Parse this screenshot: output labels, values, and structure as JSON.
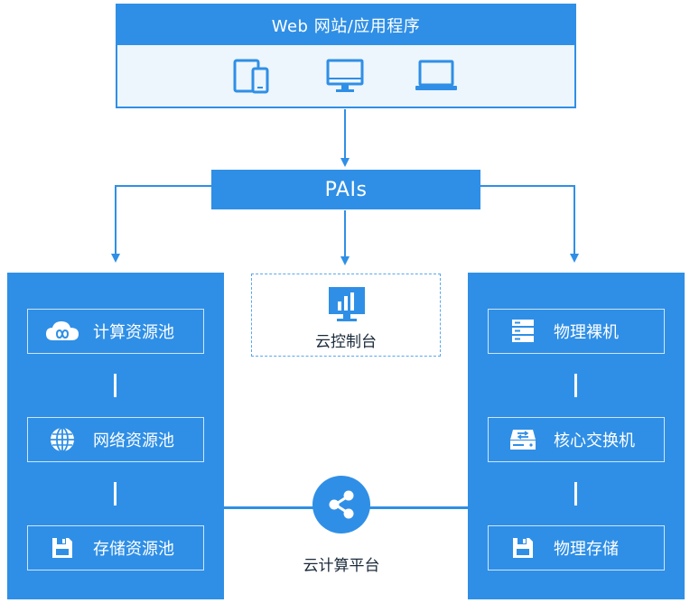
{
  "web": {
    "title": "Web 网站/应用程序"
  },
  "pais": {
    "label": "PAIs"
  },
  "console": {
    "label": "云控制台"
  },
  "platform": {
    "label": "云计算平台"
  },
  "left_column": {
    "items": [
      {
        "label": "计算资源池",
        "icon": "cloud-infinity-icon"
      },
      {
        "label": "网络资源池",
        "icon": "globe-icon"
      },
      {
        "label": "存储资源池",
        "icon": "floppy-disk-icon"
      }
    ]
  },
  "right_column": {
    "items": [
      {
        "label": "物理裸机",
        "icon": "server-rack-icon"
      },
      {
        "label": "核心交换机",
        "icon": "switch-icon"
      },
      {
        "label": "物理存储",
        "icon": "floppy-disk-icon"
      }
    ]
  },
  "colors": {
    "primary": "#2f8fe6",
    "panel_bg": "#edf6fd"
  }
}
